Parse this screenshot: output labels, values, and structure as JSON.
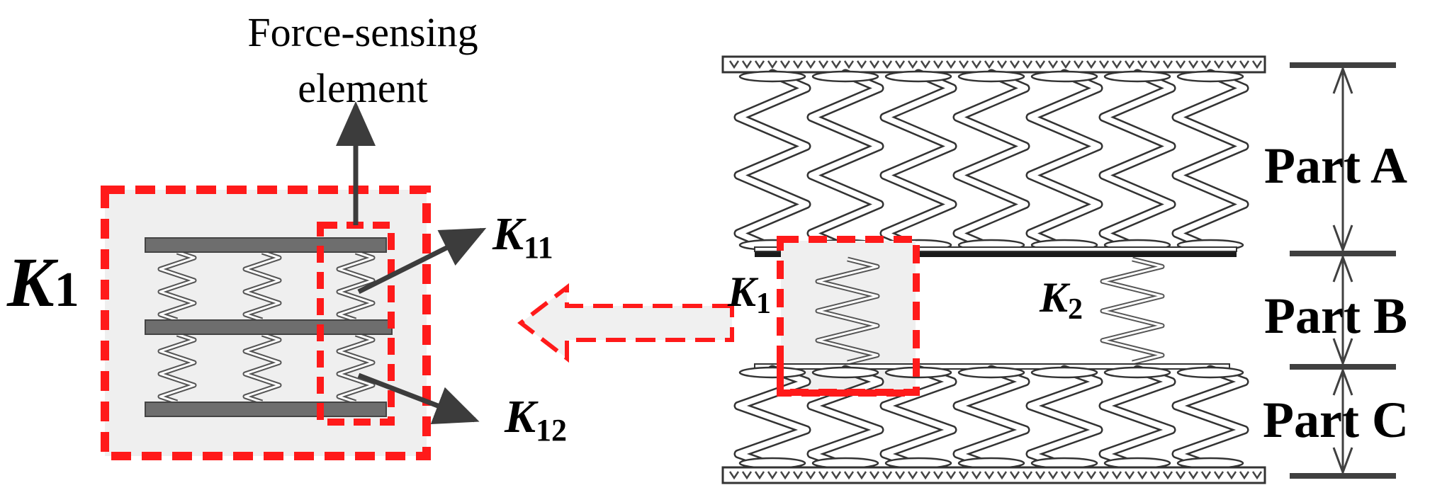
{
  "labels": {
    "force_sensing_line1": "Force-sensing",
    "force_sensing_line2": "element",
    "k1_big": {
      "main": "K",
      "sub": "1"
    },
    "k11": {
      "main": "K",
      "sub": "11"
    },
    "k12": {
      "main": "K",
      "sub": "12"
    },
    "k1_small": {
      "main": "K",
      "sub": "1"
    },
    "k2": {
      "main": "K",
      "sub": "2"
    },
    "part_a": "Part A",
    "part_b": "Part B",
    "part_c": "Part C"
  },
  "colors": {
    "highlight_dash": "#ff1a1a",
    "panel_fill": "#efefef",
    "plate": "#6e6e6e",
    "arrow": "#3c3c3c",
    "spring_stroke": "#555555",
    "dimension_bar": "#404040"
  }
}
